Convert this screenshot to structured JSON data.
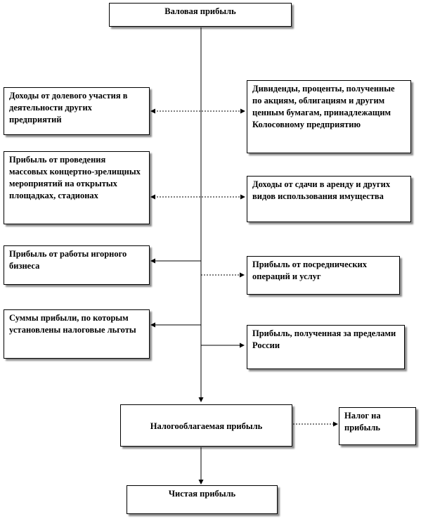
{
  "nodes": {
    "gross_profit": "Валовая прибыль",
    "equity_income": "Доходы от долевого участия в деятельности других предприятий",
    "dividends": "Дивиденды, проценты, полученные по акциям, облигациям и другим ценным бумагам, принадлежащим Колосовному предприятию",
    "mass_events": "Прибыль от проведения массовых концертно-зрелищных мероприятий на открытых площадках, стадионах",
    "rent_income": "Доходы от сдачи в аренду и других видов использования имущества",
    "gambling": "Прибыль от работы игорного бизнеса",
    "intermediary": "Прибыль от посреднических операций и услуг",
    "tax_benefits": "Суммы прибыли, по которым установлены налоговые льготы",
    "foreign_profit": "Прибыль, полученная за пределами России",
    "taxable_profit": "Налогооблагаемая прибыль",
    "profit_tax": "Налог на прибыль",
    "net_profit": "Чистая прибыль"
  }
}
